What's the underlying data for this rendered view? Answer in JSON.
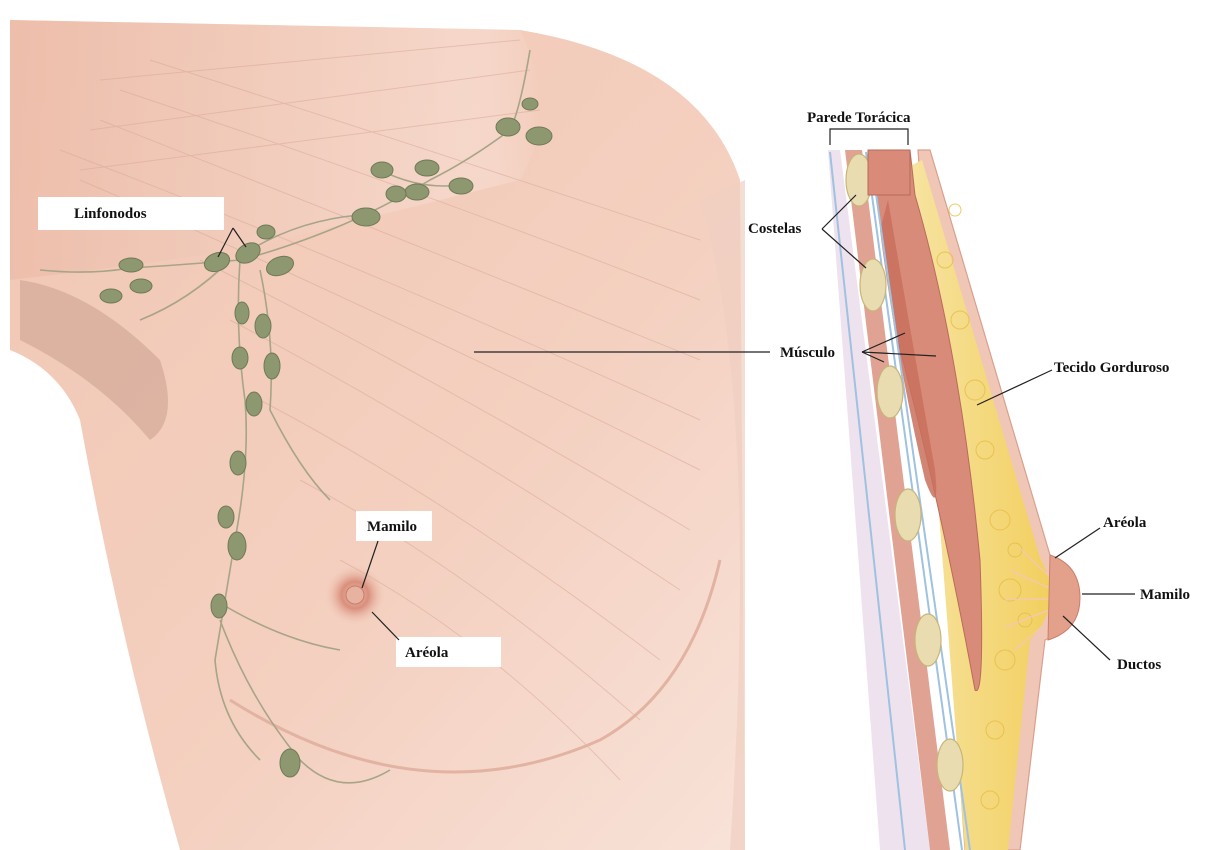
{
  "labels": {
    "linfonodos": "Linfonodos",
    "mamilo_front": "Mamilo",
    "areola_front": "Aréola",
    "parede_toracica": "Parede Torácica",
    "costelas": "Costelas",
    "musculo": "Músculo",
    "tecido_gorduroso": "Tecido Gorduroso",
    "areola_side": "Aréola",
    "mamilo_side": "Mamilo",
    "ductos": "Ductos"
  },
  "colors": {
    "skin": "#f2c9b8",
    "skin_light": "#f7ddd0",
    "muscle": "#d98a78",
    "fat": "#f3d779",
    "lymph": "#8c9870",
    "bone": "#e9dcb0",
    "membrane": "#b9d4e8"
  }
}
